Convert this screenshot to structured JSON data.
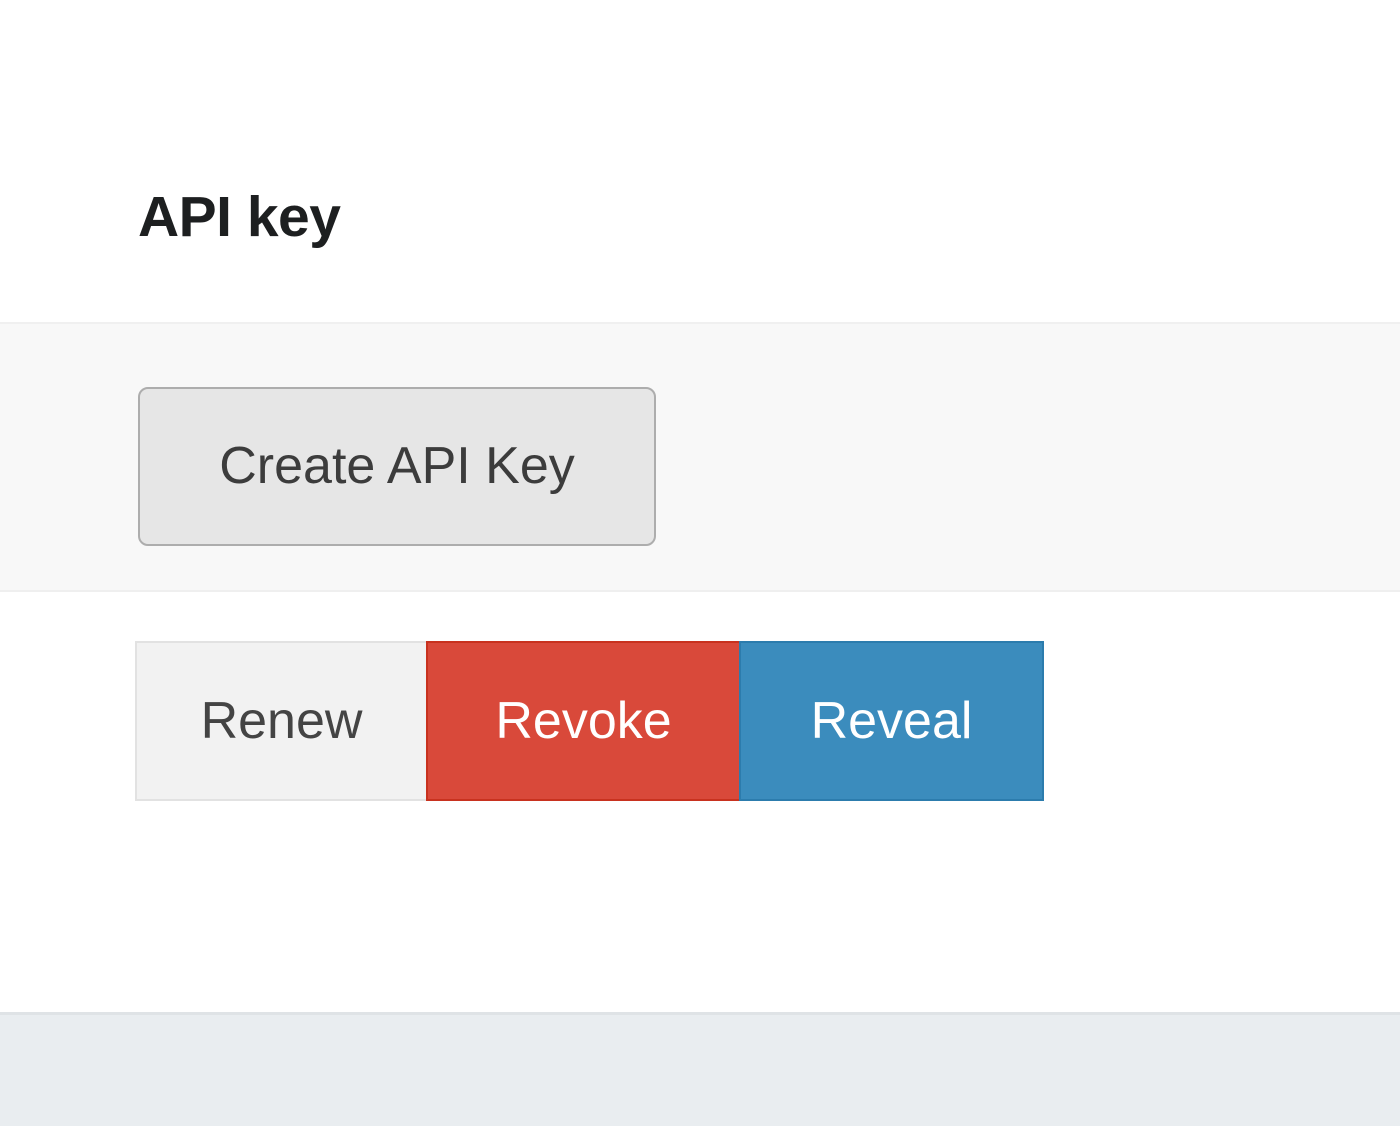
{
  "section": {
    "title": "API key"
  },
  "toolbar": {
    "create_key_label": "Create API Key"
  },
  "key_actions": {
    "renew_label": "Renew",
    "revoke_label": "Revoke",
    "reveal_label": "Reveal"
  },
  "colors": {
    "page_background": "#ffffff",
    "toolbar_band_background": "#f8f8f8",
    "footer_band_background": "#e9edf0",
    "heading_text": "#1d1f20",
    "create_button_background": "#e6e6e6",
    "create_button_border": "#adadad",
    "create_button_text": "#3c3c3c",
    "renew_background": "#f2f2f2",
    "renew_text": "#444444",
    "revoke_background": "#d9493a",
    "revoke_border": "#c8321f",
    "revoke_text": "#ffffff",
    "reveal_background": "#3b8cbd",
    "reveal_border": "#2c7cad",
    "reveal_text": "#ffffff"
  }
}
